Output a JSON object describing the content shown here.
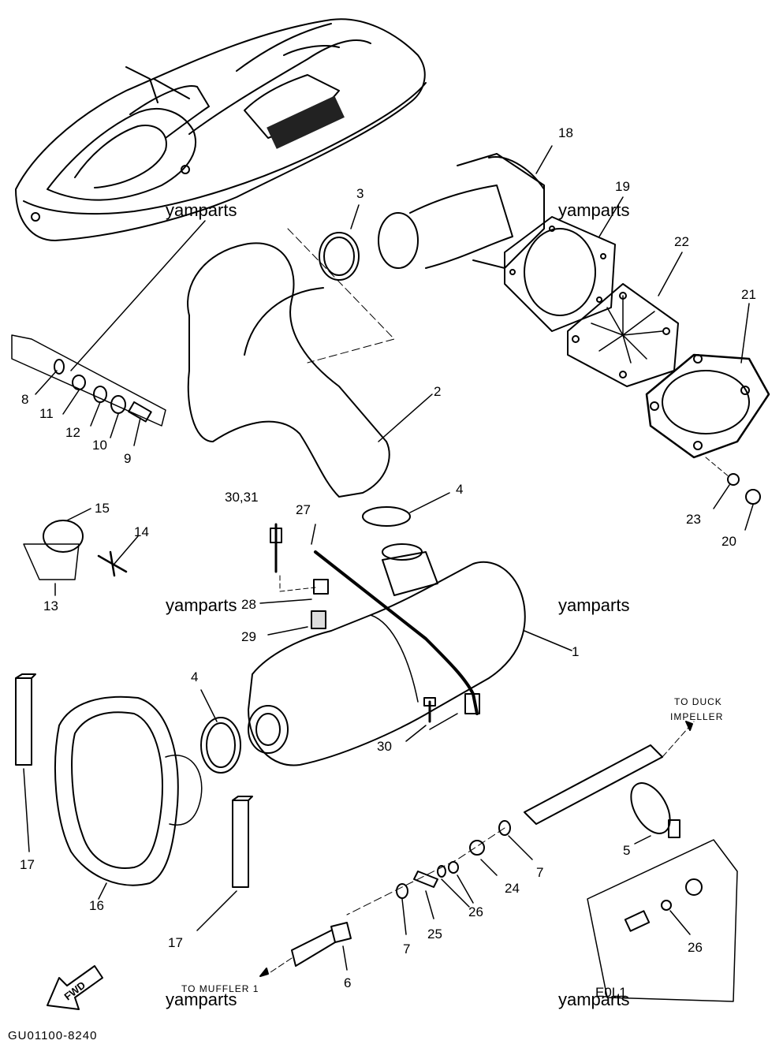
{
  "diagram": {
    "callouts": [
      {
        "id": "c1",
        "text": "1"
      },
      {
        "id": "c2",
        "text": "2"
      },
      {
        "id": "c3",
        "text": "3"
      },
      {
        "id": "c4a",
        "text": "4"
      },
      {
        "id": "c4b",
        "text": "4"
      },
      {
        "id": "c5",
        "text": "5"
      },
      {
        "id": "c6",
        "text": "6"
      },
      {
        "id": "c7a",
        "text": "7"
      },
      {
        "id": "c7b",
        "text": "7"
      },
      {
        "id": "c8",
        "text": "8"
      },
      {
        "id": "c9",
        "text": "9"
      },
      {
        "id": "c10",
        "text": "10"
      },
      {
        "id": "c11",
        "text": "11"
      },
      {
        "id": "c12",
        "text": "12"
      },
      {
        "id": "c13",
        "text": "13"
      },
      {
        "id": "c14",
        "text": "14"
      },
      {
        "id": "c15",
        "text": "15"
      },
      {
        "id": "c16",
        "text": "16"
      },
      {
        "id": "c17a",
        "text": "17"
      },
      {
        "id": "c17b",
        "text": "17"
      },
      {
        "id": "c18",
        "text": "18"
      },
      {
        "id": "c19",
        "text": "19"
      },
      {
        "id": "c20",
        "text": "20"
      },
      {
        "id": "c21",
        "text": "21"
      },
      {
        "id": "c22",
        "text": "22"
      },
      {
        "id": "c23",
        "text": "23"
      },
      {
        "id": "c24",
        "text": "24"
      },
      {
        "id": "c25",
        "text": "25"
      },
      {
        "id": "c26a",
        "text": "26"
      },
      {
        "id": "c26b",
        "text": "26"
      },
      {
        "id": "c27",
        "text": "27"
      },
      {
        "id": "c28",
        "text": "28"
      },
      {
        "id": "c29",
        "text": "29"
      },
      {
        "id": "c30a",
        "text": "30,31"
      },
      {
        "id": "c30b",
        "text": "30"
      }
    ],
    "notes": {
      "to_duck_1": "TO DUCK",
      "to_duck_2": "IMPELLER",
      "to_muffler": "TO MUFFLER 1",
      "eol": "E0L1",
      "fwd": "FWD"
    },
    "figure_code": "GU01100-8240",
    "watermark": "yamparts"
  }
}
